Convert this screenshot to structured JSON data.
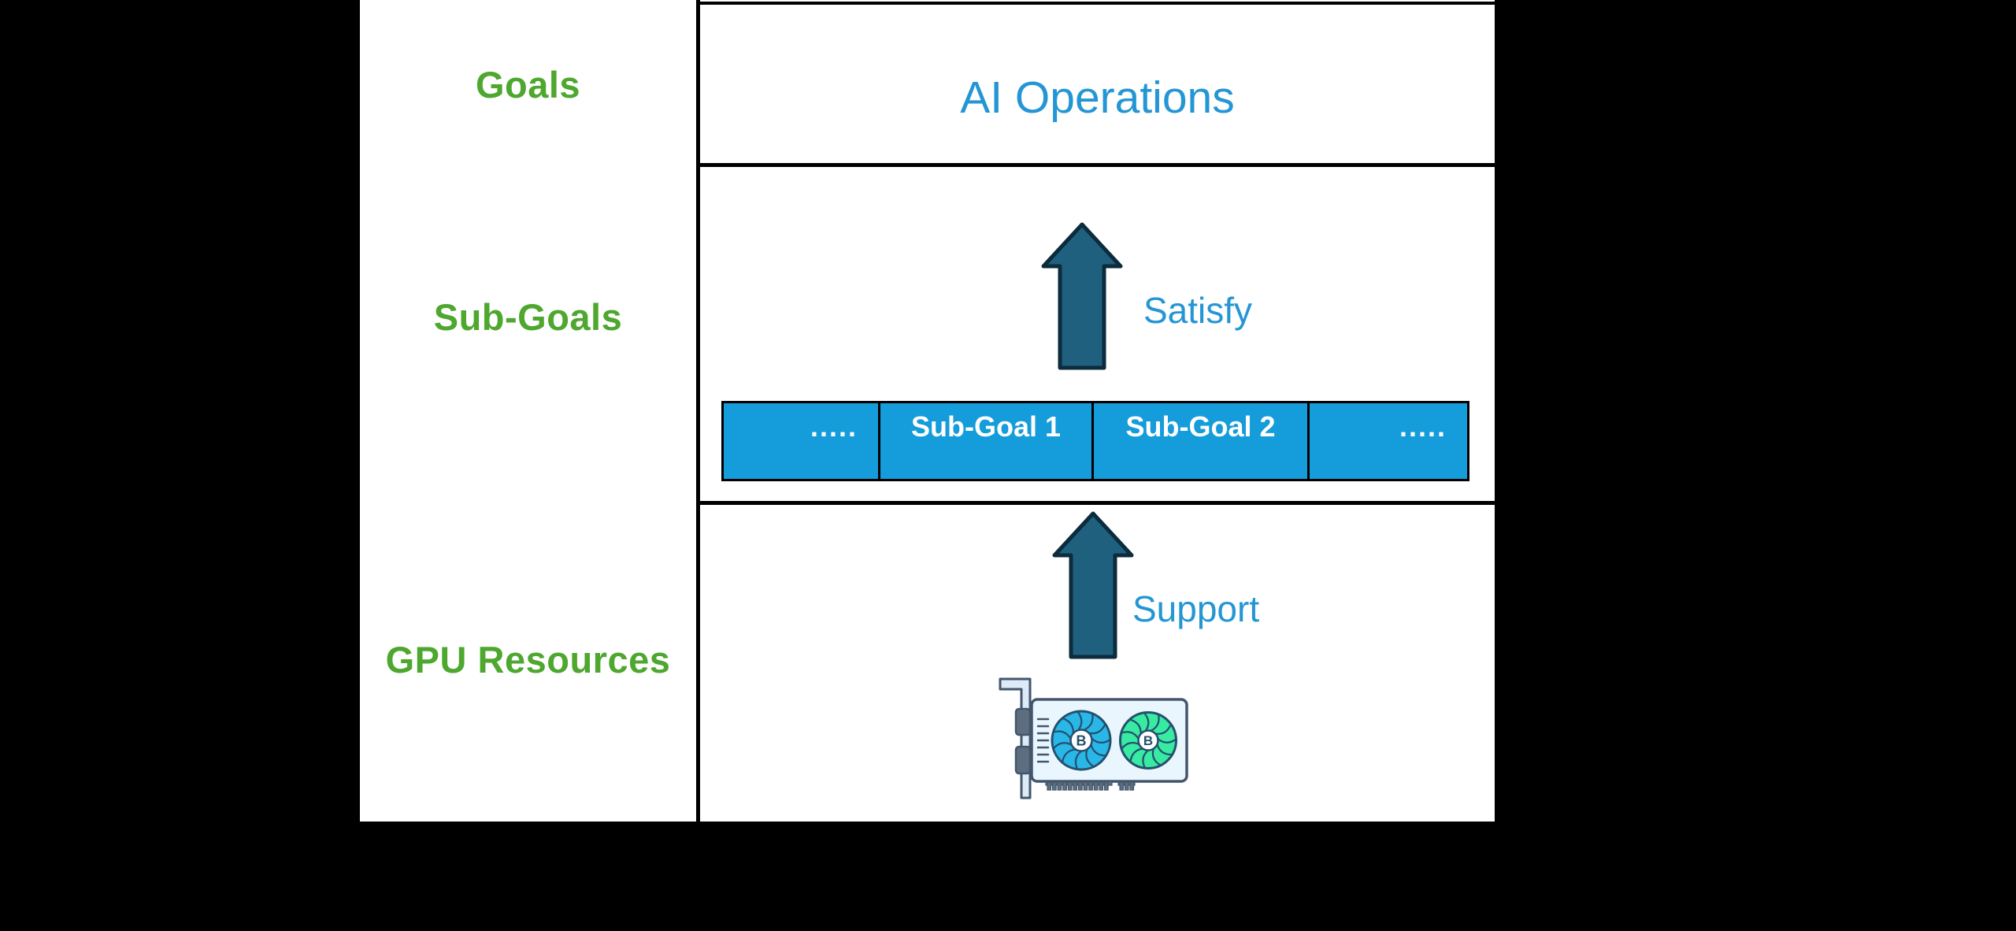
{
  "slide": {
    "rows": [
      {
        "label": "Goals"
      },
      {
        "label": "Sub-Goals"
      },
      {
        "label": "GPU Resources"
      }
    ],
    "goal_title": "AI Operations",
    "satisfy_label": "Satisfy",
    "support_label": "Support",
    "subgoal_cells": [
      ".....",
      "Sub-Goal 1",
      "Sub-Goal 2",
      "....."
    ],
    "gpu_fan_letter": "B"
  },
  "icons": {
    "satisfy_arrow": "up-arrow-icon",
    "support_arrow": "up-arrow-icon",
    "gpu": "gpu-card-icon"
  },
  "colors": {
    "label_green": "#4EA72E",
    "accent_blue": "#2496D4",
    "bar_blue": "#149CDB",
    "arrow_fill": "#20607F",
    "arrow_stroke": "#0C2B3D",
    "gpu_body": "#EAF6FE",
    "gpu_outline": "#44566B",
    "gpu_bracket": "#DCEBF7",
    "gpu_slot": "#5C6E80",
    "gpu_fan_blue": "#29B7E8",
    "gpu_fan_green": "#38EBA3",
    "gpu_fan_line": "#24506E"
  }
}
